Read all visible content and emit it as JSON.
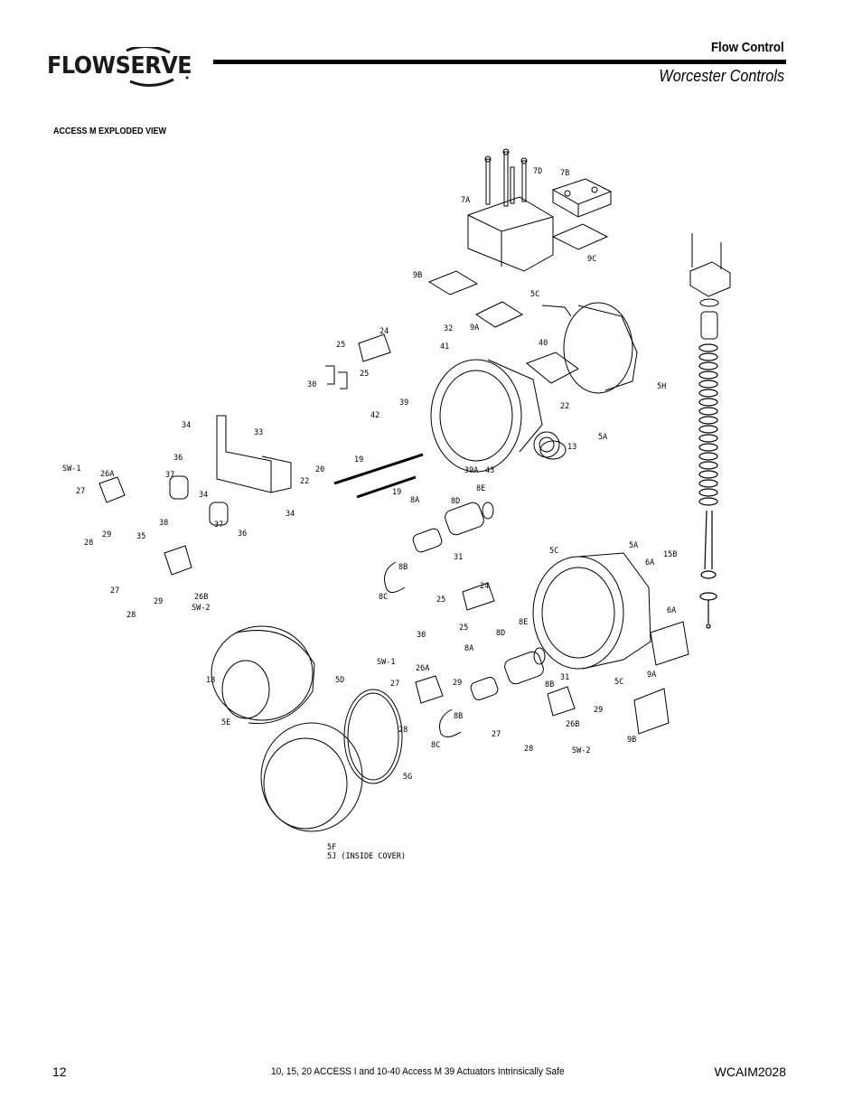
{
  "header": {
    "brand": "FLOWSERVE",
    "division": "Flow Control",
    "subdivision": "Worcester Controls"
  },
  "figure": {
    "title": "ACCESS M EXPLODED VIEW",
    "callouts": [
      "7D",
      "7B",
      "7A",
      "9C",
      "9B",
      "5C",
      "9A",
      "32",
      "41",
      "24",
      "25",
      "25",
      "40",
      "5H",
      "30",
      "22",
      "39",
      "42",
      "5A",
      "13",
      "34",
      "33",
      "36",
      "20",
      "19",
      "19",
      "37",
      "43",
      "39A",
      "SW-1",
      "26A",
      "22",
      "27",
      "34",
      "8E",
      "8D",
      "8A",
      "38",
      "37",
      "29",
      "28",
      "35",
      "36",
      "34",
      "8B",
      "31",
      "5C",
      "5A",
      "15B",
      "6A",
      "27",
      "29",
      "26B",
      "SW-2",
      "28",
      "8C",
      "25",
      "24",
      "6A",
      "30",
      "25",
      "8E",
      "8D",
      "SW-1",
      "8A",
      "26A",
      "27",
      "29",
      "31",
      "8B",
      "5C",
      "9A",
      "18",
      "5D",
      "8B",
      "5E",
      "28",
      "29",
      "8C",
      "26B",
      "27",
      "28",
      "SW-2",
      "9B",
      "5G",
      "5F",
      "5J (INSIDE COVER)"
    ]
  },
  "footer": {
    "page_number": "12",
    "title": "10, 15, 20 ACCESS I and 10-40 Access M 39 Actuators Intrinsically Safe",
    "doc_number": "WCAIM2028"
  }
}
